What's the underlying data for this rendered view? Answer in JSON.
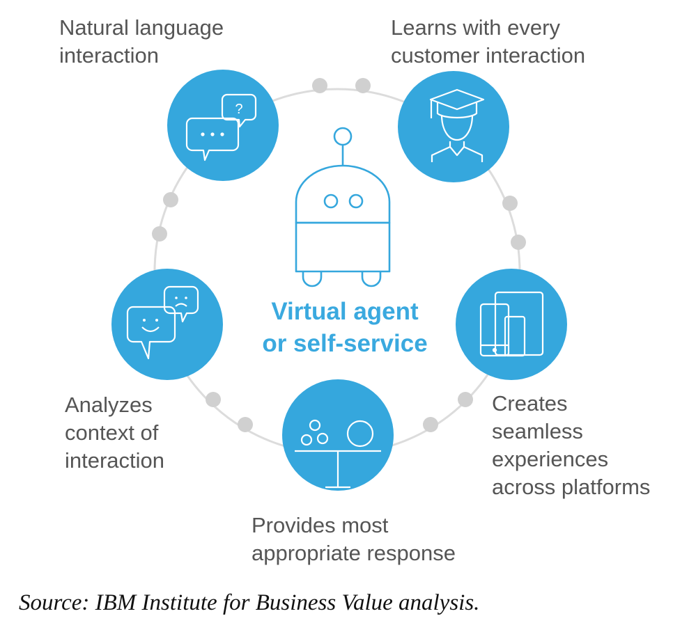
{
  "center": {
    "line1": "Virtual agent",
    "line2": "or self-service",
    "icon": "robot-icon"
  },
  "nodes": [
    {
      "id": "natural-language",
      "icon": "chat-bubbles-question-icon",
      "lines": [
        "Natural language",
        "interaction"
      ]
    },
    {
      "id": "learns",
      "icon": "graduate-person-icon",
      "lines": [
        "Learns with every",
        "customer interaction"
      ]
    },
    {
      "id": "seamless",
      "icon": "devices-icon",
      "lines": [
        "Creates",
        "seamless",
        "experiences",
        "across platforms"
      ]
    },
    {
      "id": "response",
      "icon": "balance-table-icon",
      "lines": [
        "Provides most",
        "appropriate response"
      ]
    },
    {
      "id": "context",
      "icon": "chat-bubbles-emotion-icon",
      "lines": [
        "Analyzes",
        "context of",
        "interaction"
      ]
    }
  ],
  "source": "Source: IBM Institute for Business Value analysis.",
  "colors": {
    "accent": "#35a7dd",
    "text": "#555555",
    "ring": "#dcdcdc",
    "dot": "#d0d0d0"
  }
}
